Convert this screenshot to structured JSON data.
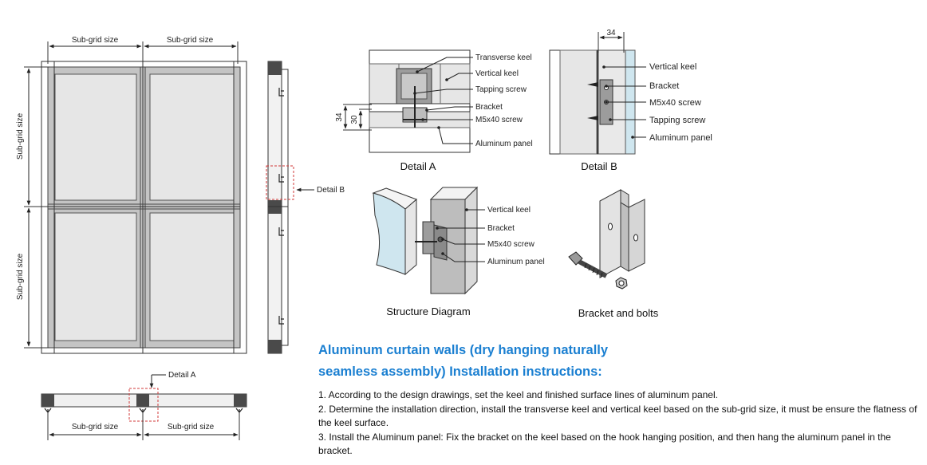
{
  "labels": {
    "sub_grid_size": "Sub-grid size",
    "detail_a": "Detail A",
    "detail_b": "Detail B",
    "transverse_keel": "Transverse keel",
    "vertical_keel": "Vertical keel",
    "tapping_screw": "Tapping screw",
    "bracket": "Bracket",
    "m5x40_screw": "M5x40 screw",
    "aluminum_panel": "Aluminum panel",
    "dim_34": "34",
    "dim_30": "30",
    "structure_diagram": "Structure Diagram",
    "bracket_and_bolts": "Bracket and bolts"
  },
  "heading": {
    "line1": "Aluminum curtain walls (dry hanging naturally",
    "line2": "seamless assembly) Installation instructions:"
  },
  "steps": [
    "1. According to the design drawings, set the keel and finished surface lines of aluminum panel.",
    "2. Determine the installation direction, install the transverse keel and vertical keel based on the sub-grid size, it must be ensure the flatness of the keel surface.",
    "3. Install the Aluminum panel: Fix the bracket on the keel based on the hook hanging position, and then hang the aluminum panel in the bracket."
  ],
  "colors": {
    "heading": "#1a7fd1",
    "panel_fill": "#e6e6e6",
    "frame_fill": "#bdbdbd",
    "dark_block": "#4a4a4a",
    "detail_box": "#d23a3a",
    "glass": "#cfe6ef"
  }
}
